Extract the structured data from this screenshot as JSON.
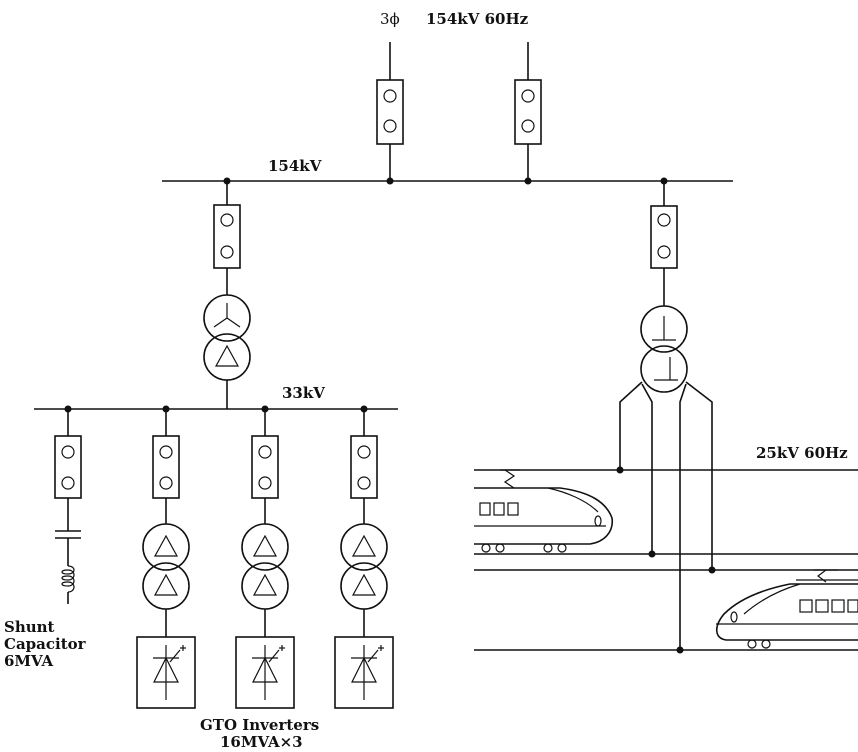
{
  "labels": {
    "supply_phase": "3ϕ",
    "supply_rating": "154kV 60Hz",
    "bus_154": "154kV",
    "bus_33": "33kV",
    "feeder": "25kV 60Hz",
    "shunt_line1": "Shunt",
    "shunt_line2": "Capacitor",
    "shunt_line3": "6MVA",
    "gto_line1": "GTO Inverters",
    "gto_line2": "16MVA×3"
  },
  "icons": [
    "circuit-breaker-icon",
    "wye-winding-icon",
    "delta-winding-icon",
    "scott-transformer-icon",
    "capacitor-icon",
    "inductor-icon",
    "gto-inverter-icon",
    "train-icon"
  ]
}
